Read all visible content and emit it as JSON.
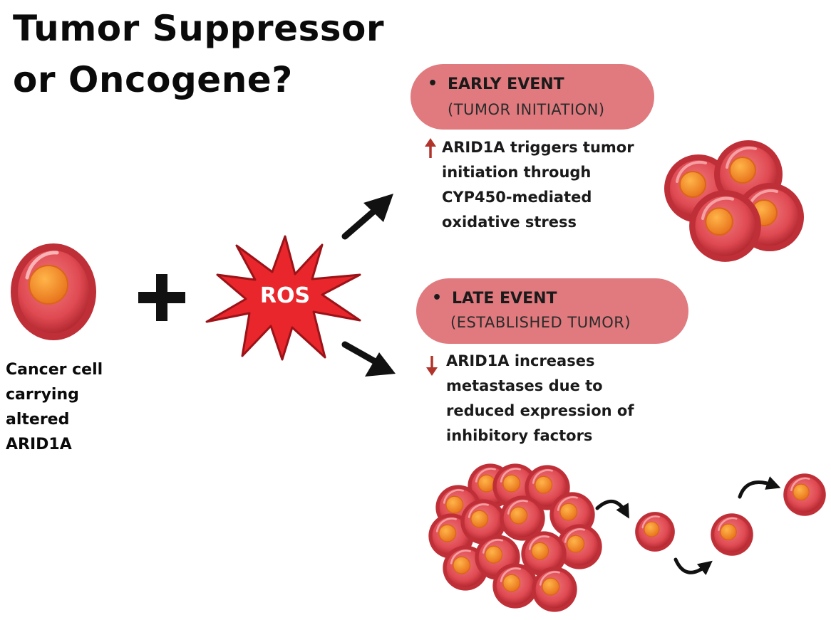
{
  "title": {
    "line1": "Tumor Suppressor",
    "line2": "or Oncogene?"
  },
  "cancer_cell_label": [
    "Cancer cell",
    "carrying",
    "altered",
    "ARID1A"
  ],
  "ros_label": "ROS",
  "early": {
    "heading": "EARLY EVENT",
    "subheading": "(TUMOR INITIATION)",
    "arrow_direction": "up",
    "description": [
      "ARID1A triggers tumor",
      "initiation through",
      "CYP450-mediated",
      "oxidative stress"
    ]
  },
  "late": {
    "heading": "LATE EVENT",
    "subheading": "(ESTABLISHED TUMOR)",
    "arrow_direction": "down",
    "description": [
      "ARID1A increases",
      "metastases due to",
      "reduced expression of",
      "inhibitory factors"
    ]
  },
  "colors": {
    "pill": "#e07a7e",
    "cell_outer": "#c8343b",
    "cell_inner": "#e25a5f",
    "nucleus": "#f28a2c",
    "ros_fill": "#e8262b",
    "indicator_arrow": "#b0342b"
  },
  "icons": [
    "plus-icon",
    "ros-burst-icon",
    "arrow-right-up-icon",
    "arrow-right-down-icon",
    "up-arrow-icon",
    "down-arrow-icon",
    "curved-arrow-icon"
  ]
}
